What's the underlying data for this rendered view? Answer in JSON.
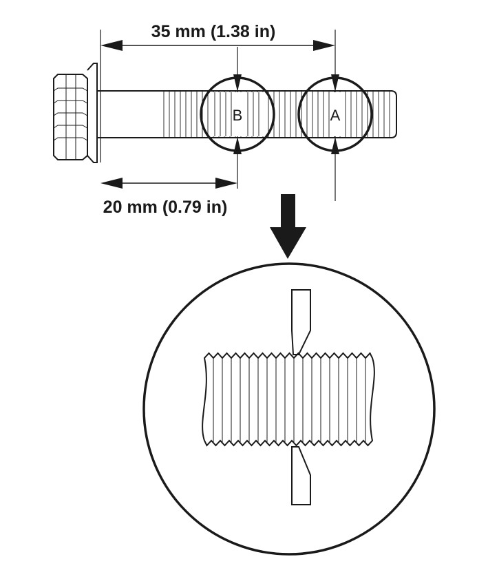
{
  "dimensions": {
    "top_label": "35 mm (1.38 in)",
    "bottom_label": "20 mm (0.79 in)"
  },
  "measurement_points": {
    "a_label": "A",
    "b_label": "B"
  }
}
